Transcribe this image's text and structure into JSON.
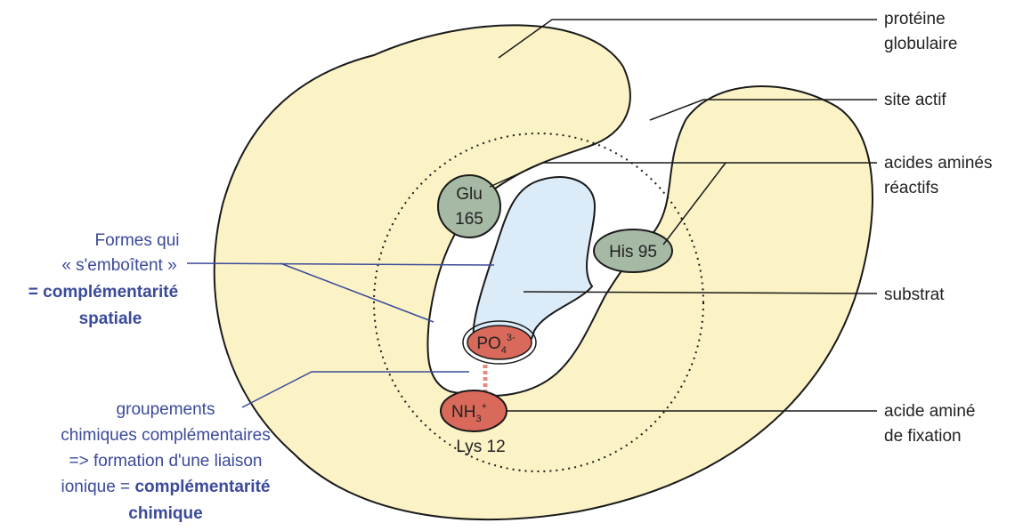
{
  "right_labels": {
    "proteine_line1": "protéine",
    "proteine_line2": "globulaire",
    "site_actif": "site actif",
    "acides_line1": "acides aminés",
    "acides_line2": "réactifs",
    "substrat": "substrat",
    "fixation_line1": "acide aminé",
    "fixation_line2": "de fixation"
  },
  "left_labels": {
    "formes_line1": "Formes qui",
    "formes_line2": "« s'emboîtent »",
    "formes_line3": "= complémentarité",
    "formes_line4": "spatiale",
    "groupements_line1": "groupements",
    "groupements_line2": "chimiques complémentaires",
    "groupements_line3": "=> formation d'une liaison",
    "groupements_line4_prefix": "ionique = ",
    "groupements_line4_bold": "complémentarité",
    "groupements_line5": "chimique"
  },
  "amino_acids": {
    "glu_line1": "Glu",
    "glu_line2": "165",
    "his": "His 95",
    "po4_base": "PO",
    "po4_sub": "4",
    "po4_sup": "3-",
    "nh3_base": "NH",
    "nh3_sub": "3",
    "nh3_sup": "+",
    "lys": "Lys 12"
  },
  "colors": {
    "protein_fill": "#fbf3c6",
    "substrate_fill": "#dcebf8",
    "reactive_fill": "#a6b9a4",
    "charged_fill": "#d9695a",
    "left_text": "#3a4a9a",
    "right_text": "#222222"
  }
}
